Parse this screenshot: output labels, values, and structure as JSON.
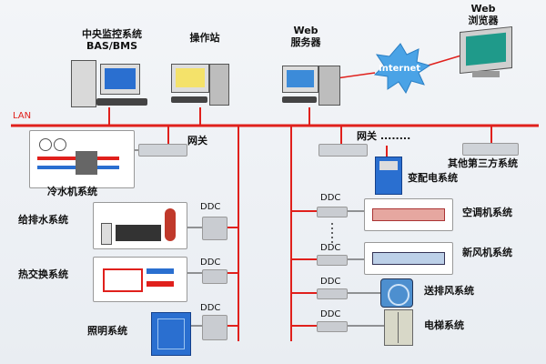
{
  "network": {
    "lan_label": "LAN",
    "internet_label": "Internet",
    "gateway_label_1": "网关",
    "gateway_label_2": "网关 ........",
    "ddc_label": "DDC"
  },
  "workstations": {
    "central": "中央监控系统\nBAS/BMS",
    "operator": "操作站",
    "web_server": "Web\n服务器",
    "web_browser": "Web\n浏览器"
  },
  "systems": {
    "chiller": "冷水机系统",
    "water": "给排水系统",
    "heat": "热交换系统",
    "lighting": "照明系统",
    "third_party": "其他第三方系统",
    "substation": "变配电系统",
    "ac": "空调机系统",
    "fresh_air": "新风机系统",
    "exhaust": "送排风系统",
    "elevator": "电梯系统"
  },
  "colors": {
    "bus_red": "#e0201c",
    "internet_blue": "#4aa3e6",
    "monitor_screen": "#2a6fd0"
  }
}
